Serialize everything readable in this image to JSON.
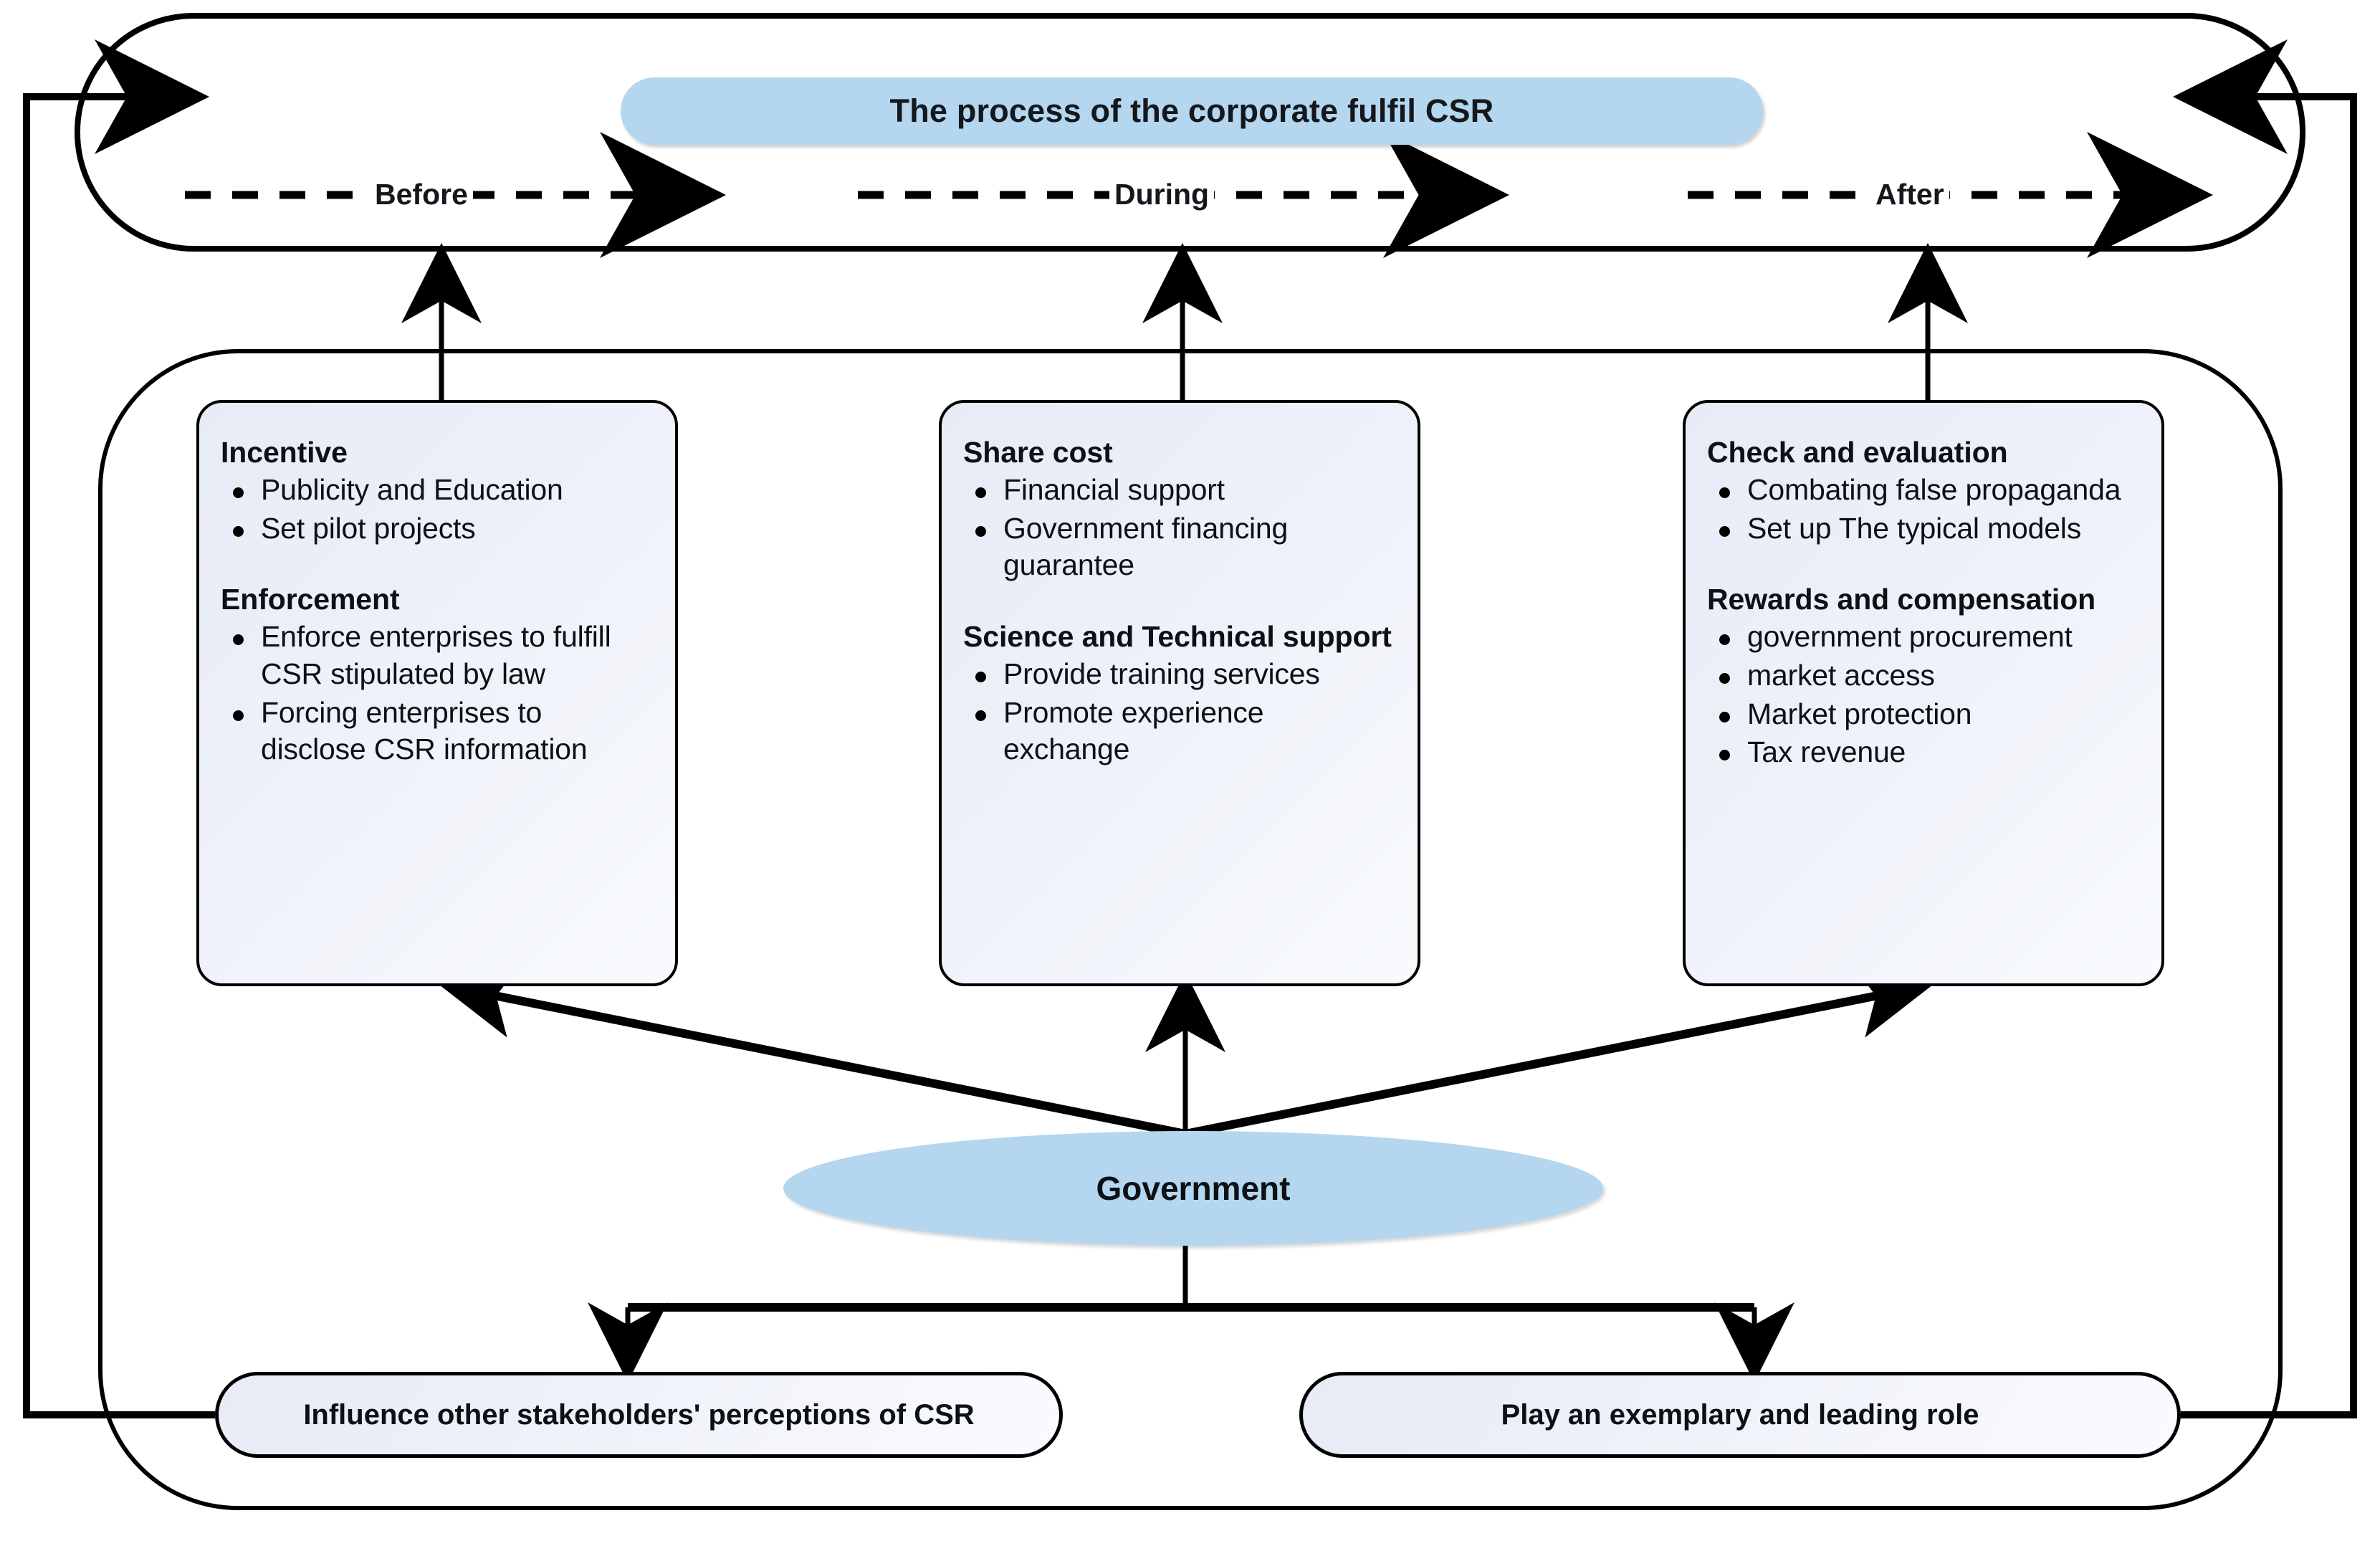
{
  "title": {
    "text": "The process of the corporate fulfil CSR"
  },
  "phases": [
    {
      "id": "before",
      "label": "Before"
    },
    {
      "id": "during",
      "label": "During"
    },
    {
      "id": "after",
      "label": "After"
    }
  ],
  "cards": [
    {
      "id": "before",
      "sections": [
        {
          "heading": "Incentive",
          "items": [
            "Publicity and Education",
            "Set pilot projects"
          ]
        },
        {
          "heading": "Enforcement",
          "items": [
            "Enforce enterprises to fulfill CSR stipulated by law",
            "Forcing enterprises to disclose CSR information"
          ]
        }
      ]
    },
    {
      "id": "during",
      "sections": [
        {
          "heading": "Share cost",
          "items": [
            "Financial support",
            "Government financing guarantee"
          ]
        },
        {
          "heading": "Science and Technical support",
          "items": [
            "Provide training services",
            "Promote experience exchange"
          ]
        }
      ]
    },
    {
      "id": "after",
      "sections": [
        {
          "heading": "Check and evaluation",
          "items": [
            "Combating false propaganda",
            "Set up The typical models"
          ]
        },
        {
          "heading": "Rewards and compensation",
          "items": [
            "government procurement",
            "market access",
            "Market protection",
            "Tax revenue"
          ]
        }
      ]
    }
  ],
  "actor": {
    "label": "Government"
  },
  "outcomes": [
    {
      "id": "left",
      "label": "Influence other stakeholders' perceptions of CSR"
    },
    {
      "id": "right",
      "label": "Play an exemplary and leading role"
    }
  ],
  "colors": {
    "accent_blue": "#b4d7ef",
    "card_fill_start": "#e7ebf6",
    "card_fill_end": "#f8fafd",
    "stroke": "#000000",
    "text": "#0d1115"
  }
}
